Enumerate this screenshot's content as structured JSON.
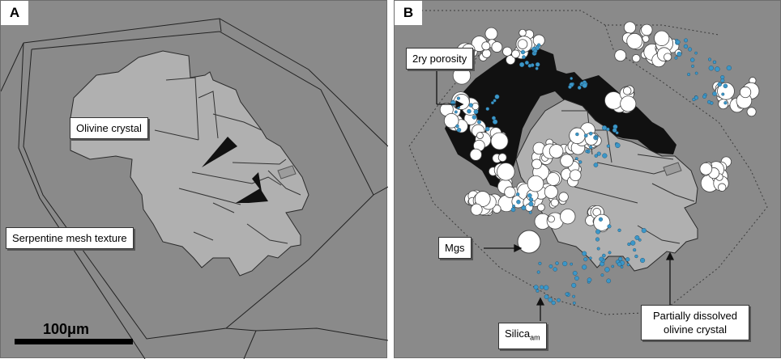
{
  "panel_a": {
    "letter": "A",
    "labels": {
      "olivine": "Olivine crystal",
      "serpentine": "Serpentine mesh texture"
    },
    "scale_bar": "100μm"
  },
  "panel_b": {
    "letter": "B",
    "labels": {
      "porosity": "2ry porosity",
      "mgs": "Mgs",
      "silica_main": "Silica",
      "silica_sub": "am",
      "partially": "Partially dissolved olivine crystal"
    }
  },
  "colors": {
    "background": "#8a8a8a",
    "crystal": "#b0b0b0",
    "porosity": "#111111",
    "magnesite": "#ffffff",
    "silica": "#3b97c9"
  }
}
